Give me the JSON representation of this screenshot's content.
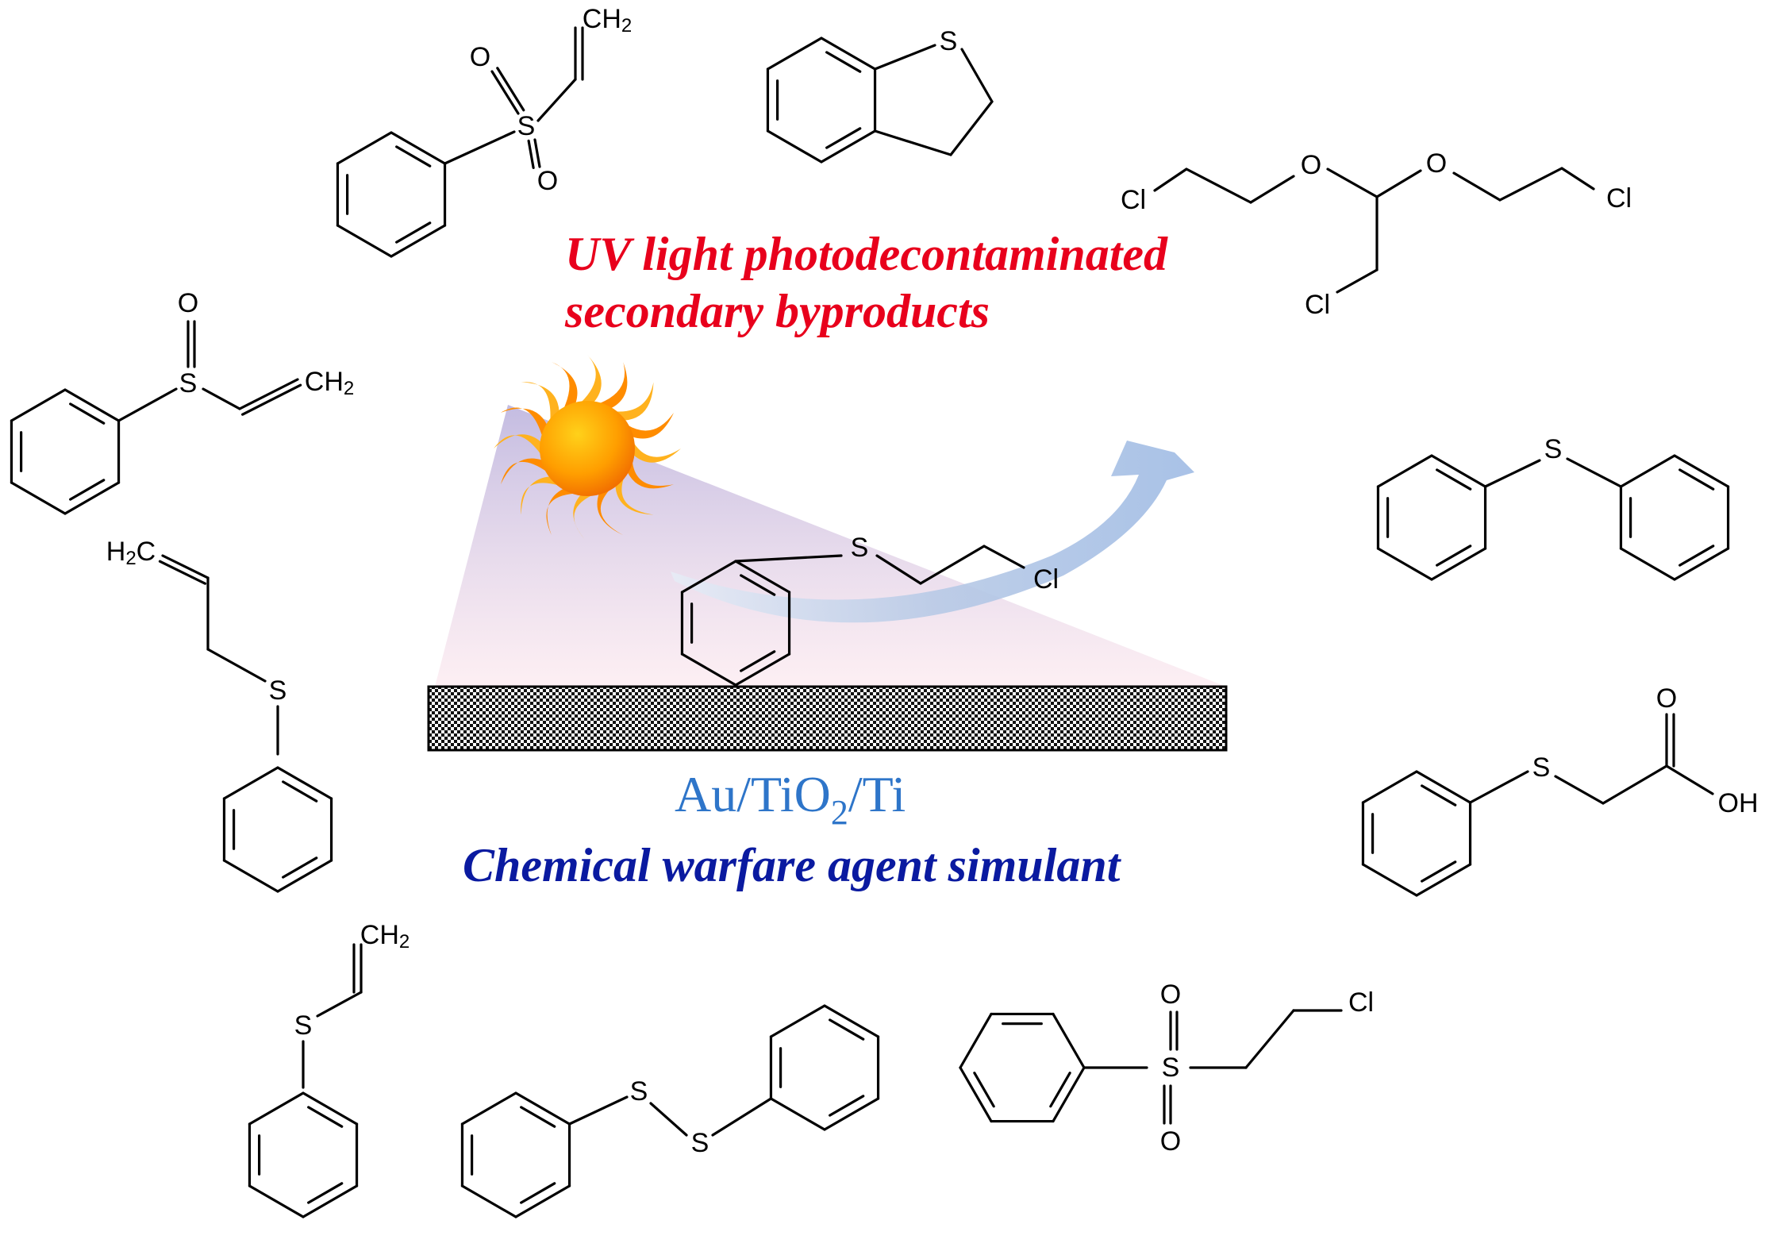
{
  "headline": {
    "line1": "UV light photodecontaminated",
    "line2": "secondary byproducts",
    "color": "#e8001c"
  },
  "catalyst": {
    "label_main": "Au/TiO",
    "label_subscript": "2",
    "label_tail": "/Ti",
    "color": "#2e75c9"
  },
  "simulant_caption": {
    "label": "Chemical warfare agent simulant",
    "color": "#0a1aa0"
  },
  "atom_labels": {
    "O": "O",
    "S": "S",
    "Cl": "Cl",
    "CH2": "CH2",
    "H2C": "H2C",
    "OH": "OH"
  },
  "molecules": [
    {
      "name": "phenyl vinyl sulfone",
      "kind": "byproduct"
    },
    {
      "name": "2,3-dihydrobenzothiophene",
      "kind": "byproduct"
    },
    {
      "name": "bis(2-chloroethoxy) chloroethane acetal",
      "kind": "byproduct"
    },
    {
      "name": "phenyl vinyl sulfoxide",
      "kind": "byproduct"
    },
    {
      "name": "diphenyl sulfide",
      "kind": "byproduct"
    },
    {
      "name": "allyl phenyl sulfide",
      "kind": "byproduct"
    },
    {
      "name": "(phenylthio)acetic acid",
      "kind": "byproduct"
    },
    {
      "name": "phenyl vinyl sulfide",
      "kind": "byproduct"
    },
    {
      "name": "diphenyl disulfide",
      "kind": "byproduct"
    },
    {
      "name": "2-chloroethyl phenyl sulfone",
      "kind": "byproduct"
    },
    {
      "name": "2-chloroethyl phenyl sulfide",
      "kind": "simulant"
    }
  ]
}
